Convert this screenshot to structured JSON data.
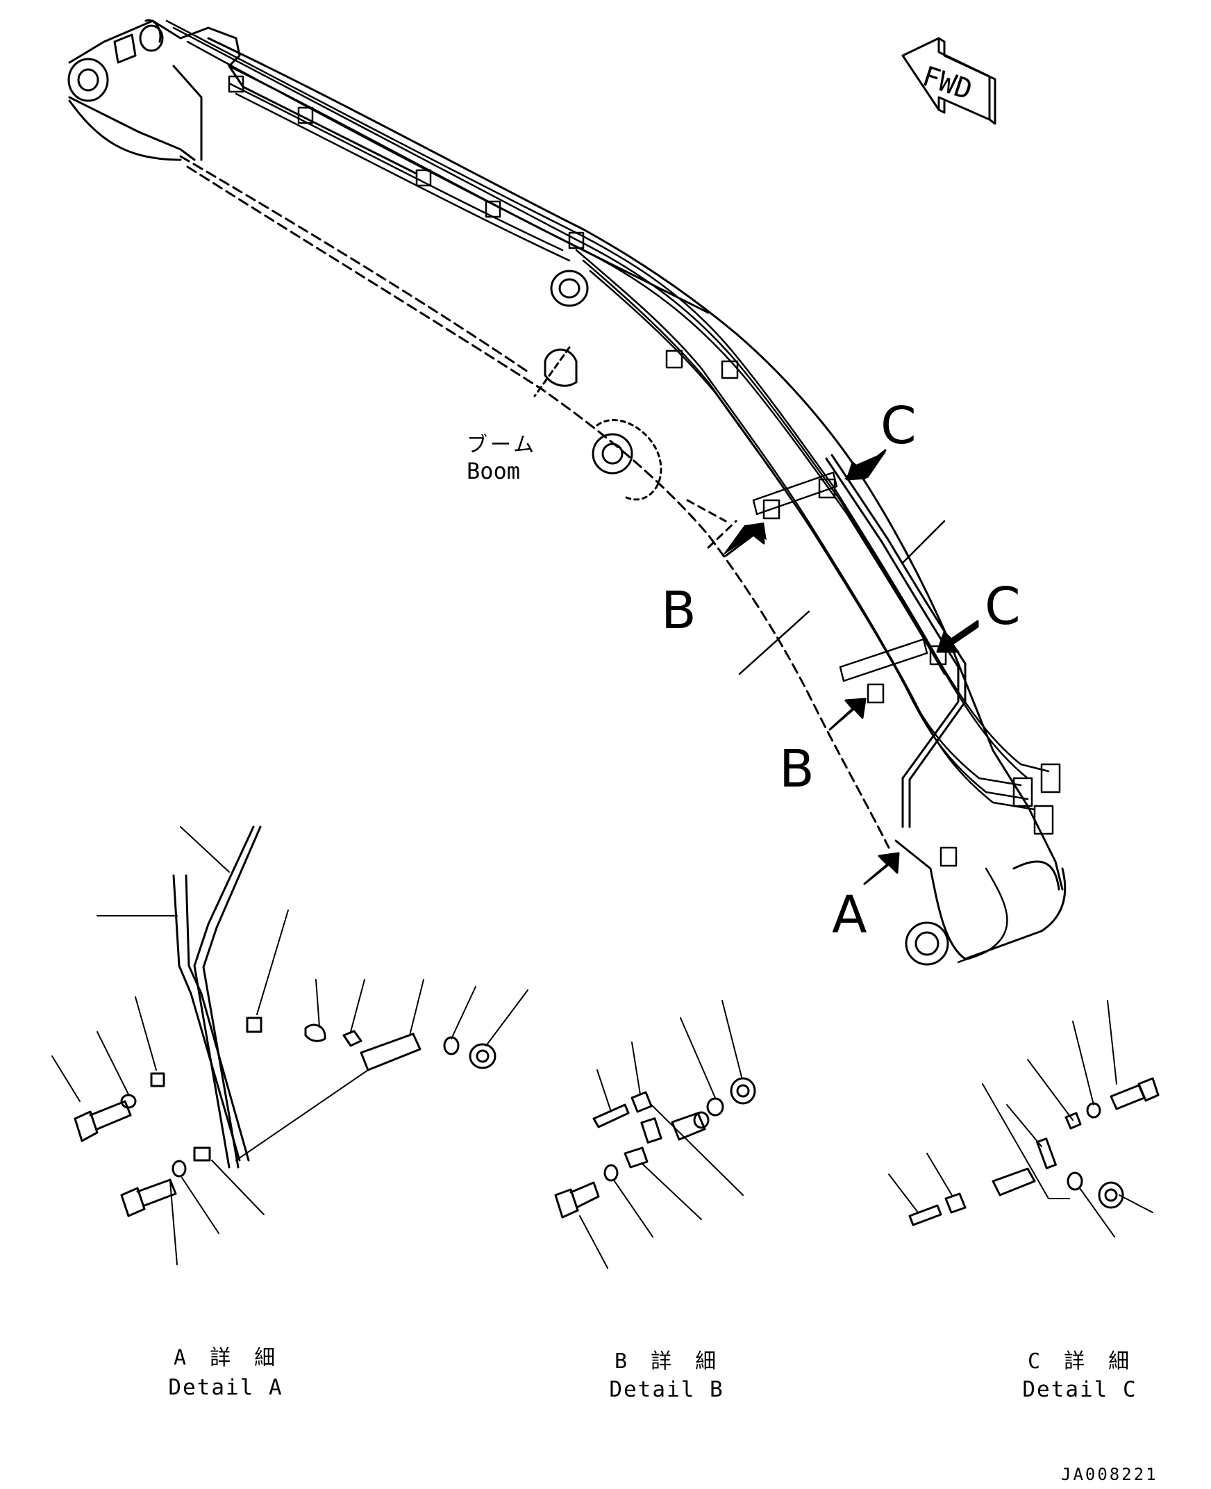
{
  "fwd_label": "FWD",
  "boom_label_jp": "ブーム",
  "boom_label_en": "Boom",
  "callouts": {
    "c_top": "C",
    "c_mid": "C",
    "b_upper": "B",
    "b_lower": "B",
    "a": "A"
  },
  "details": [
    {
      "title_jp": "A 詳 細",
      "title_en": "Detail A"
    },
    {
      "title_jp": "B 詳 細",
      "title_en": "Detail B"
    },
    {
      "title_jp": "C 詳 細",
      "title_en": "Detail C"
    }
  ],
  "drawing_id": "JA008221"
}
